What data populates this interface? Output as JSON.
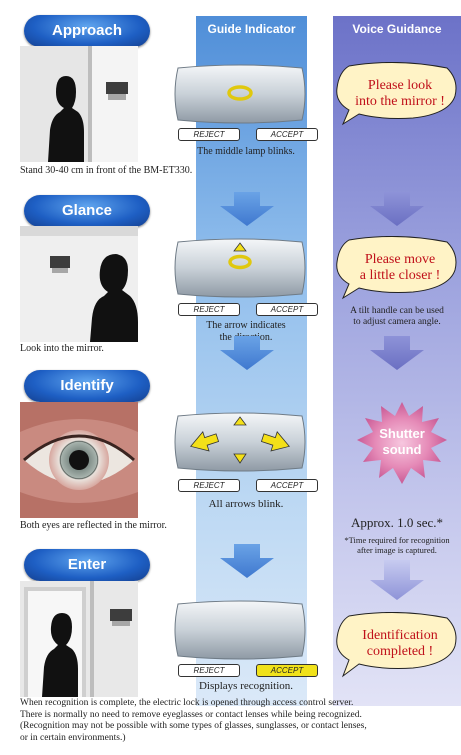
{
  "columns": {
    "guide": "Guide Indicator",
    "voice": "Voice Guidance"
  },
  "steps": [
    {
      "label": "Approach",
      "caption": "Stand 30-40 cm in front of the BM-ET330.",
      "indicator_caption": [
        "The middle lamp blinks."
      ],
      "voice": [
        "Please look",
        "into the mirror !"
      ]
    },
    {
      "label": "Glance",
      "caption": "Look into the mirror.",
      "indicator_caption": [
        "The arrow indicates",
        "the direction."
      ],
      "voice": [
        "Please move",
        "a little closer !"
      ],
      "voice_note": [
        "A tilt handle can be used",
        "to adjust camera angle."
      ]
    },
    {
      "label": "Identify",
      "caption": "Both eyes are reflected in the mirror.",
      "indicator_caption": [
        "All arrows blink."
      ],
      "voice": [
        "Shutter",
        "sound"
      ],
      "timing": "Approx. 1.0 sec.*",
      "timing_note": [
        "*Time required for recognition",
        "after image is captured."
      ]
    },
    {
      "label": "Enter",
      "caption": "",
      "indicator_caption": [
        "Displays recognition."
      ],
      "voice": [
        "Identification",
        "completed !"
      ]
    }
  ],
  "indicator": {
    "reject": "REJECT",
    "accept": "ACCEPT"
  },
  "footer": [
    "When recognition is complete, the electric lock is opened through access control server.",
    "There is normally no need to remove eyeglasses or contact lenses while being recognized.",
    "(Recognition may not be possible with some types of glasses, sunglasses, or contact lenses,",
    "or in certain environments.)"
  ],
  "colors": {
    "step_blue": "#1e5fc4",
    "voice_red": "#c0101a",
    "accept_yellow": "#f1e21a",
    "lamp_yellow": "#f4e018"
  }
}
